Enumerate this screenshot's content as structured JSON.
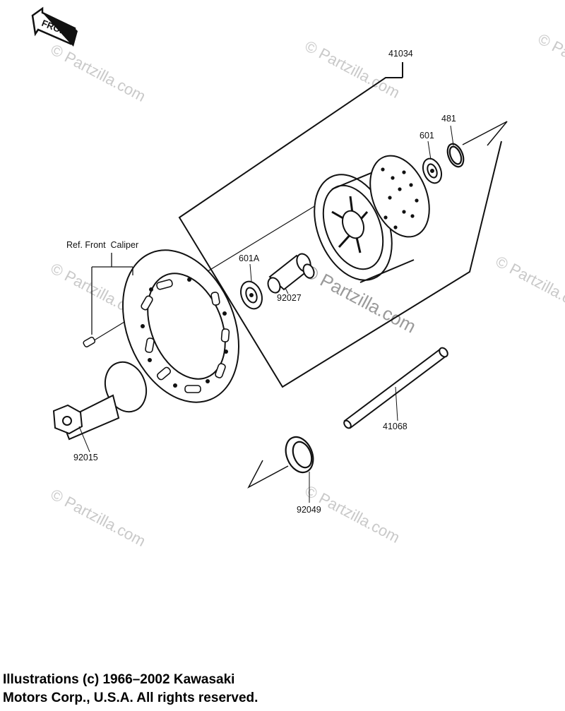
{
  "front_badge": "FRONT",
  "watermark": "© Partzilla.com",
  "watermark_center": "© Partzilla.com",
  "callout_reference": "Ref. Front  Caliper",
  "parts": {
    "hub_assembly": "41034",
    "seal_481": "481",
    "bearing_601": "601",
    "bearing_601a": "601A",
    "spacer": "92027",
    "axle": "41068",
    "nut": "92015",
    "oil_seal": "92049"
  },
  "copyright": {
    "line1": "Illustrations (c) 1966–2002 Kawasaki",
    "line2": "Motors Corp., U.S.A.  All rights reserved."
  }
}
